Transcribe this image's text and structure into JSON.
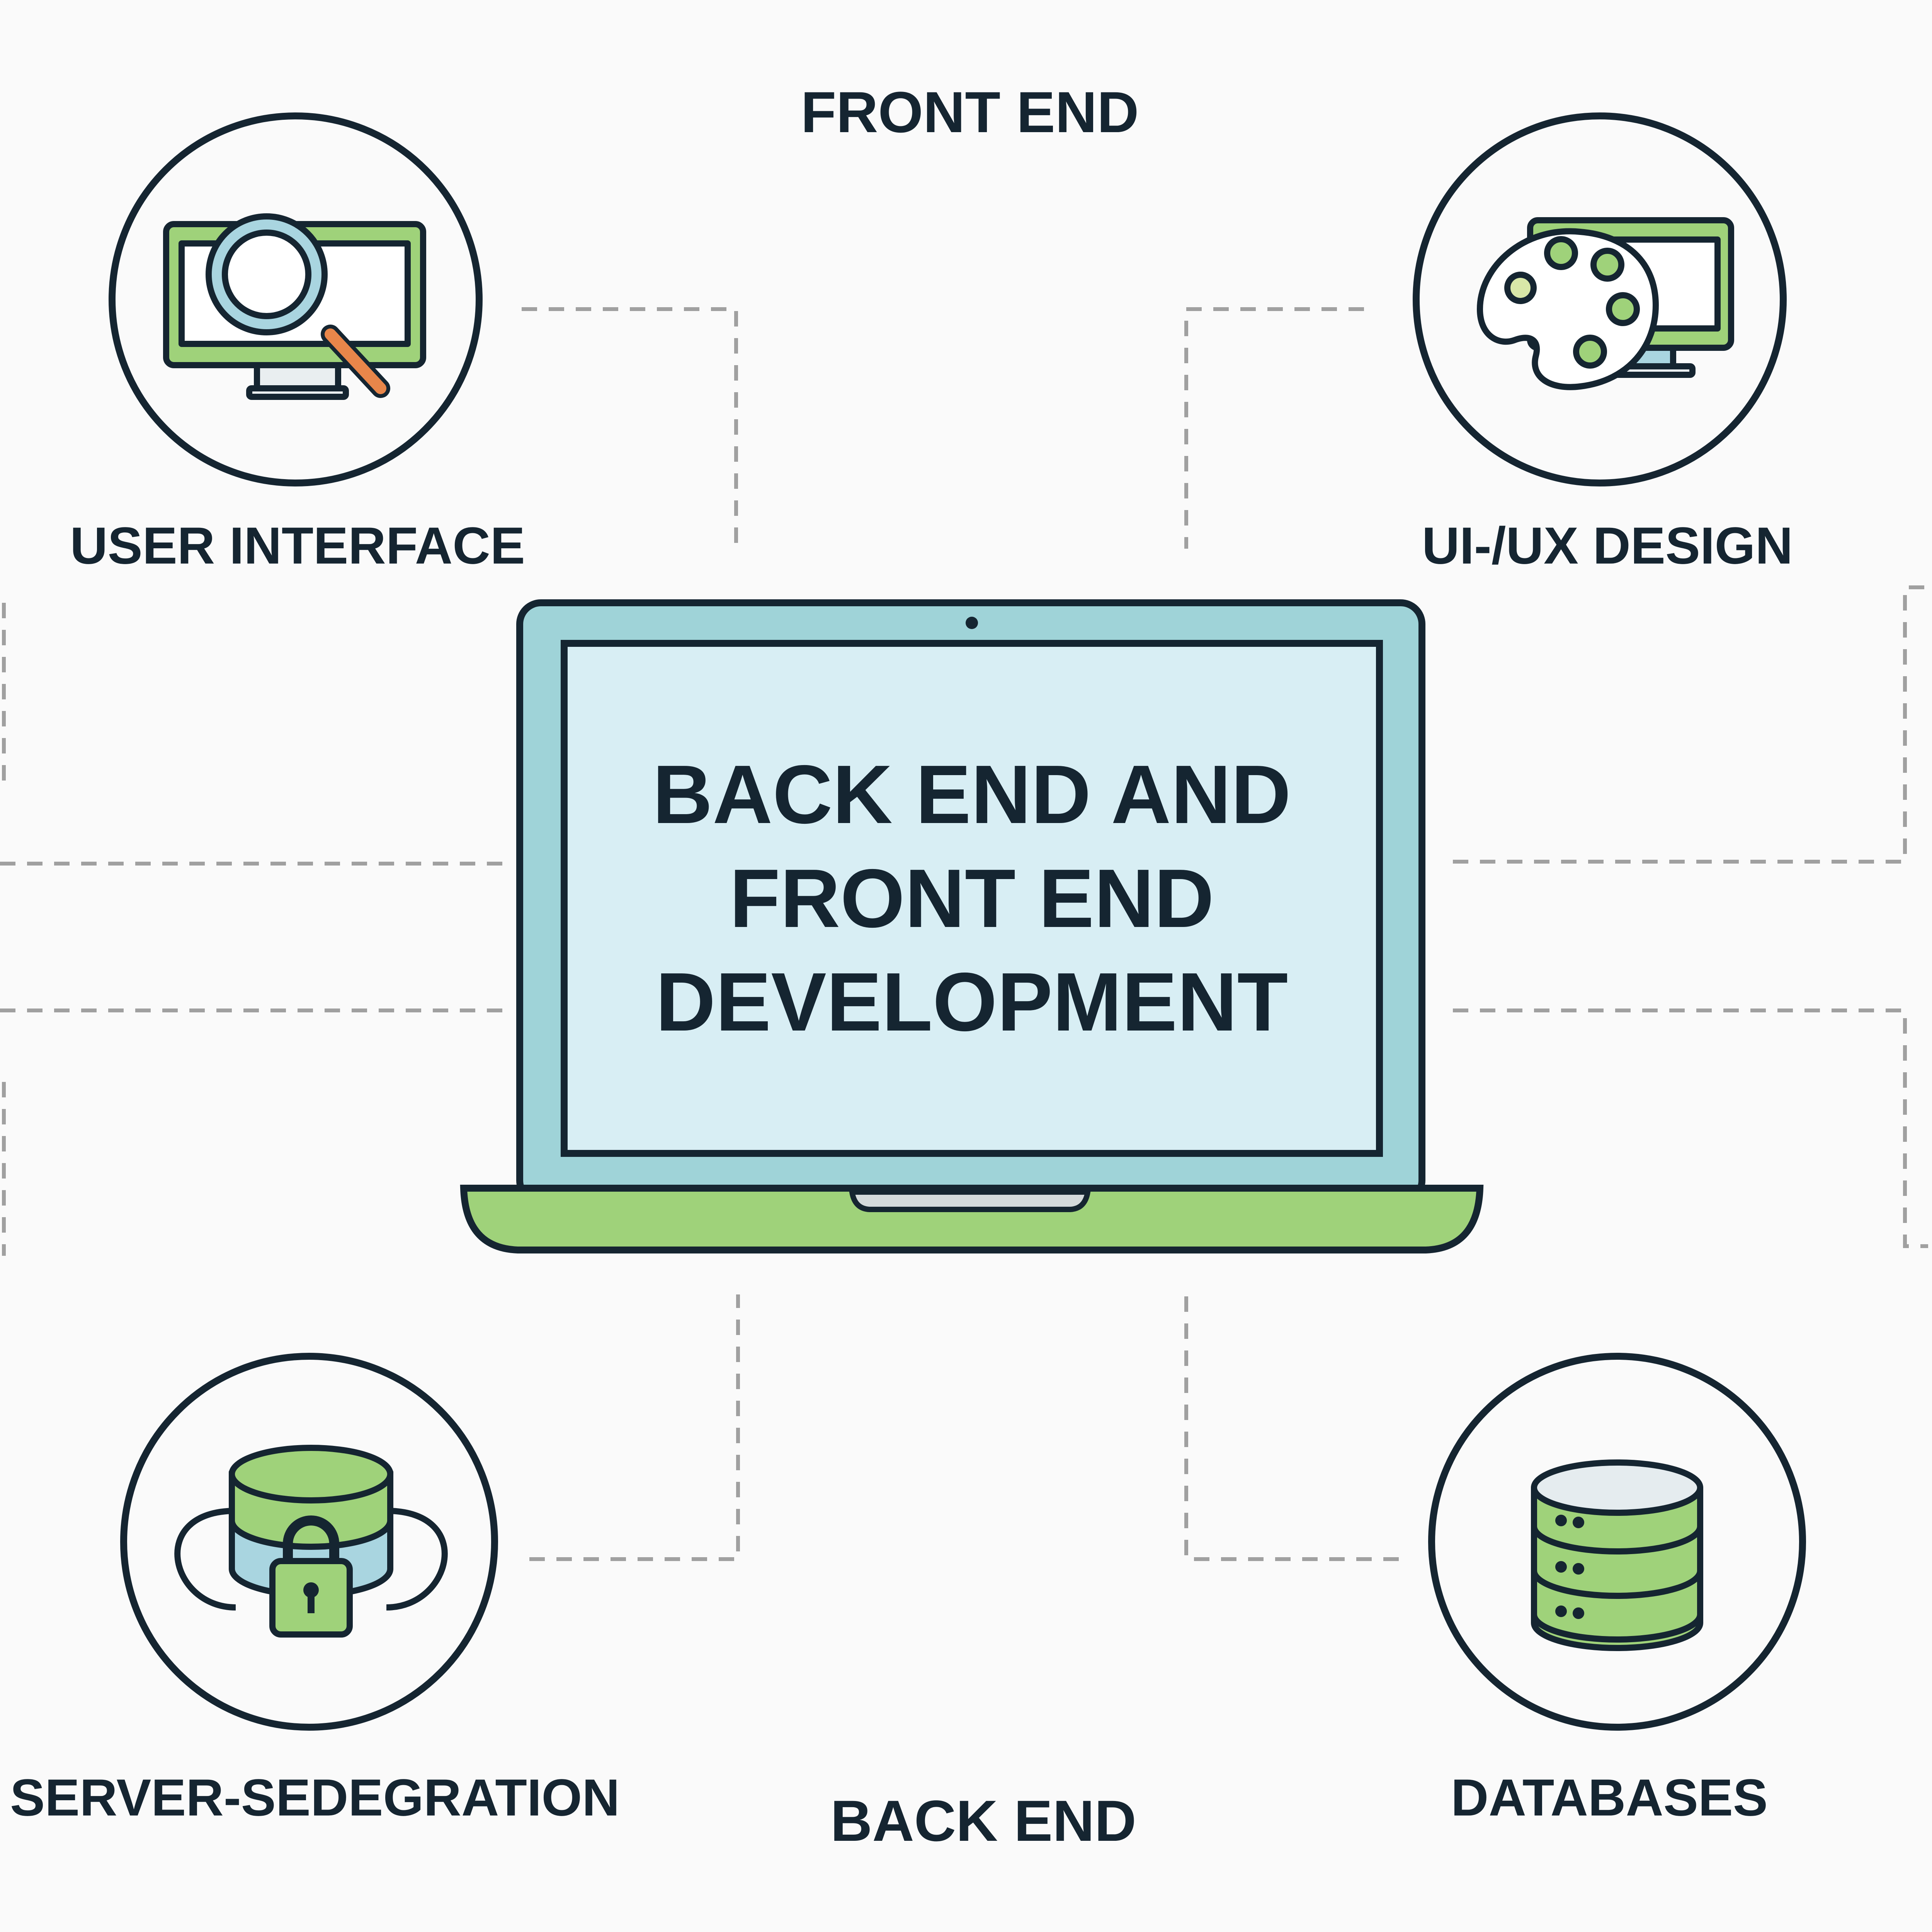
{
  "headings": {
    "front_end": "FRONT END",
    "back_end": "BACK END"
  },
  "center": {
    "title_lines": [
      "BACK END AND",
      "FRONT END",
      "DEVELOPMENT"
    ]
  },
  "nodes": [
    {
      "label": "USER INTERFACE",
      "icon": "monitor-magnifier-icon"
    },
    {
      "label": "UI-/UX DESIGN",
      "icon": "palette-monitor-icon"
    },
    {
      "label": "SERVER-SEDEGRATION",
      "icon": "database-lock-icon"
    },
    {
      "label": "DATABASES",
      "icon": "server-stack-icon"
    }
  ],
  "colors": {
    "outline": "#152531",
    "laptop_body": "#9fd3d8",
    "screen": "#d8eef4",
    "green": "#9fd27a",
    "light_blue": "#a9d5e0",
    "orange": "#e8864a",
    "dashed_line": "#a0a0a0",
    "background": "#fafafa"
  }
}
